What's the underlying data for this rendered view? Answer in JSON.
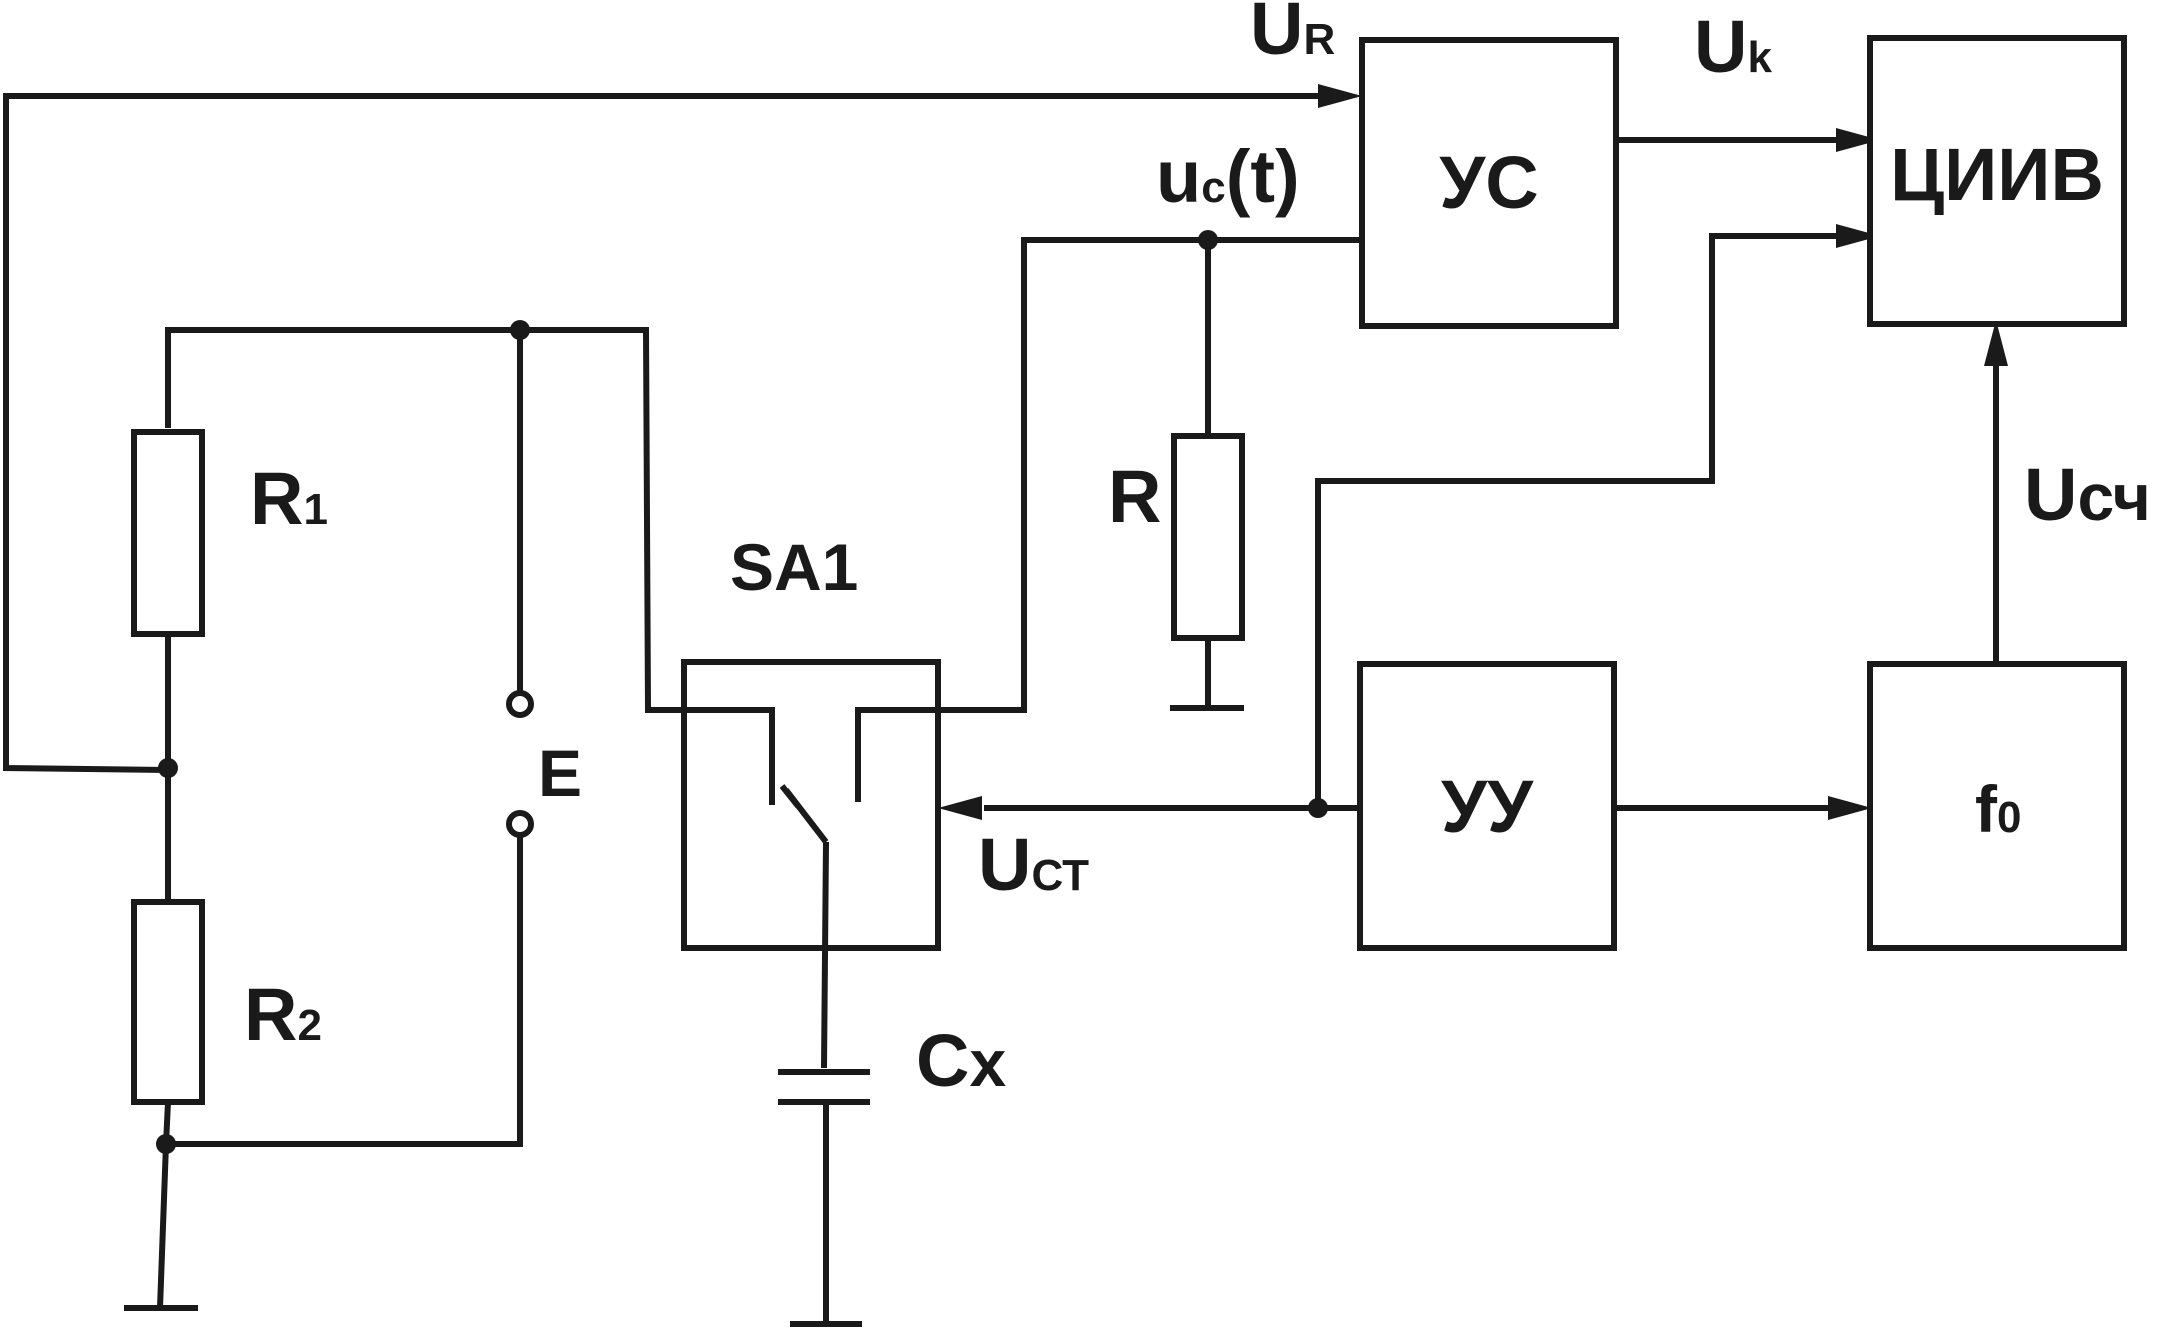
{
  "labels": {
    "r1_main": "R",
    "r1_sub": "1",
    "r2_main": "R",
    "r2_sub": "2",
    "e": "E",
    "sa1": "SA1",
    "cx_main": "C",
    "cx_sub": "x",
    "r": "R",
    "ur_main": "U",
    "ur_sub": "R",
    "uc_main": "u",
    "uc_sub": "c",
    "uc_tail": "(t)",
    "uk_main": "U",
    "uk_sub": "k",
    "ust_main": "U",
    "ust_sub": "СТ",
    "usch_main": "U",
    "usch_sub": "сч"
  },
  "blocks": {
    "us": "УС",
    "ciiv": "ЦИИВ",
    "uu": "УУ",
    "f0_main": "f",
    "f0_sub": "0"
  }
}
